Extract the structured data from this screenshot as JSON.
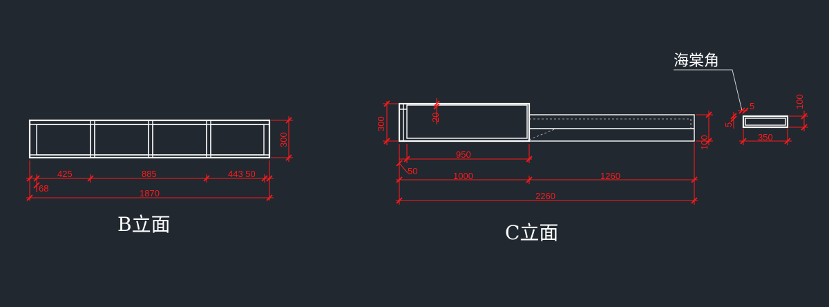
{
  "titles": {
    "b_elevation": "B立面",
    "c_elevation": "C立面"
  },
  "annotation": {
    "corner_label": "海棠角"
  },
  "b_dims": {
    "d425": "425",
    "d885": "885",
    "d443_50": "443 50",
    "d68": "68",
    "d1870": "1870",
    "d300": "300"
  },
  "c_dims": {
    "d300": "300",
    "d20": "20",
    "d950": "950",
    "d50": "50",
    "d1000": "1000",
    "d1260": "1260",
    "d2260": "2260",
    "d100": "100"
  },
  "detail_dims": {
    "d5_top": "5",
    "d5_side": "5",
    "d100": "100",
    "d350": "350"
  },
  "colors": {
    "background": "#212830",
    "dimension": "#ff1a1a",
    "outline": "#ffffff"
  }
}
